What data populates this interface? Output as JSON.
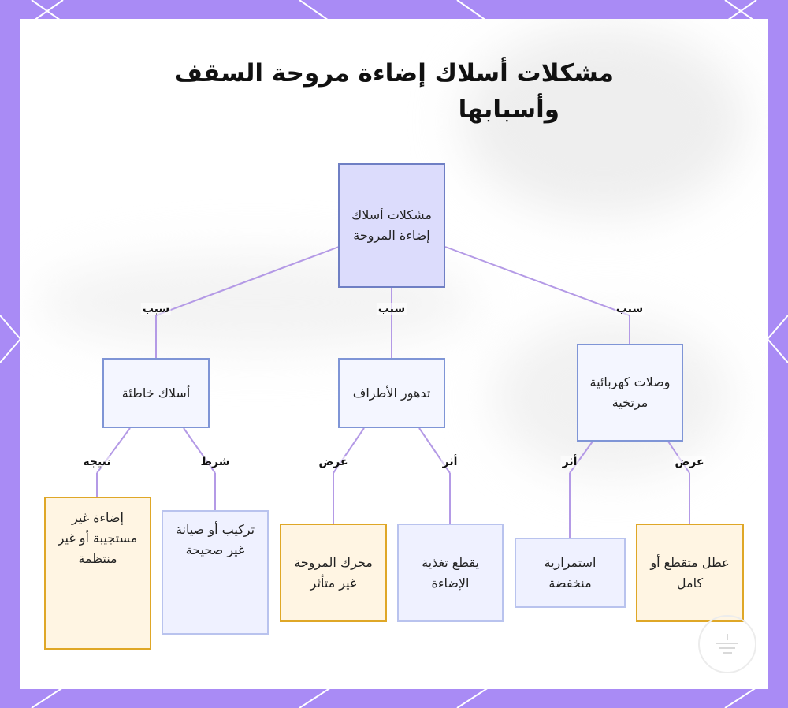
{
  "title": {
    "line1": "مشكلات أسلاك إضاءة مروحة السقف",
    "line2": "وأسبابها"
  },
  "colors": {
    "frame": "#a98bf5",
    "edge": "#b49ae6",
    "root_fill": "#dcdcfc",
    "mid_fill": "#f4f6ff",
    "leaf_orange_border": "#dfa727",
    "leaf_blue_border": "#b9c3ee"
  },
  "nodes": {
    "root": "مشكلات أسلاك إضاءة المروحة",
    "wrong_wires": "أسلاك خاطئة",
    "terminal_decay": "تدهور الأطراف",
    "loose_connections": "وصلات كهربائية مرتخية",
    "unresponsive_light": "إضاءة غير مستجيبة أو غير منتظمة",
    "bad_install": "تركيب أو صيانة غير صحيحة",
    "motor_affected": "محرك المروحة غير متأثر",
    "power_cut": "يقطع تغذية الإضاءة",
    "low_continuity": "استمرارية منخفضة",
    "intermittent_fault": "عطل متقطع أو كامل"
  },
  "edge_labels": {
    "cause_left": "سبب",
    "cause_middle": "سبب",
    "cause_right": "سبب",
    "result": "نتيجة",
    "condition": "شرط",
    "symptom_middle": "عرض",
    "effect_middle": "أثر",
    "effect_right": "أثر",
    "symptom_right": "عرض"
  },
  "watermark_icon": "fan-logo-icon"
}
